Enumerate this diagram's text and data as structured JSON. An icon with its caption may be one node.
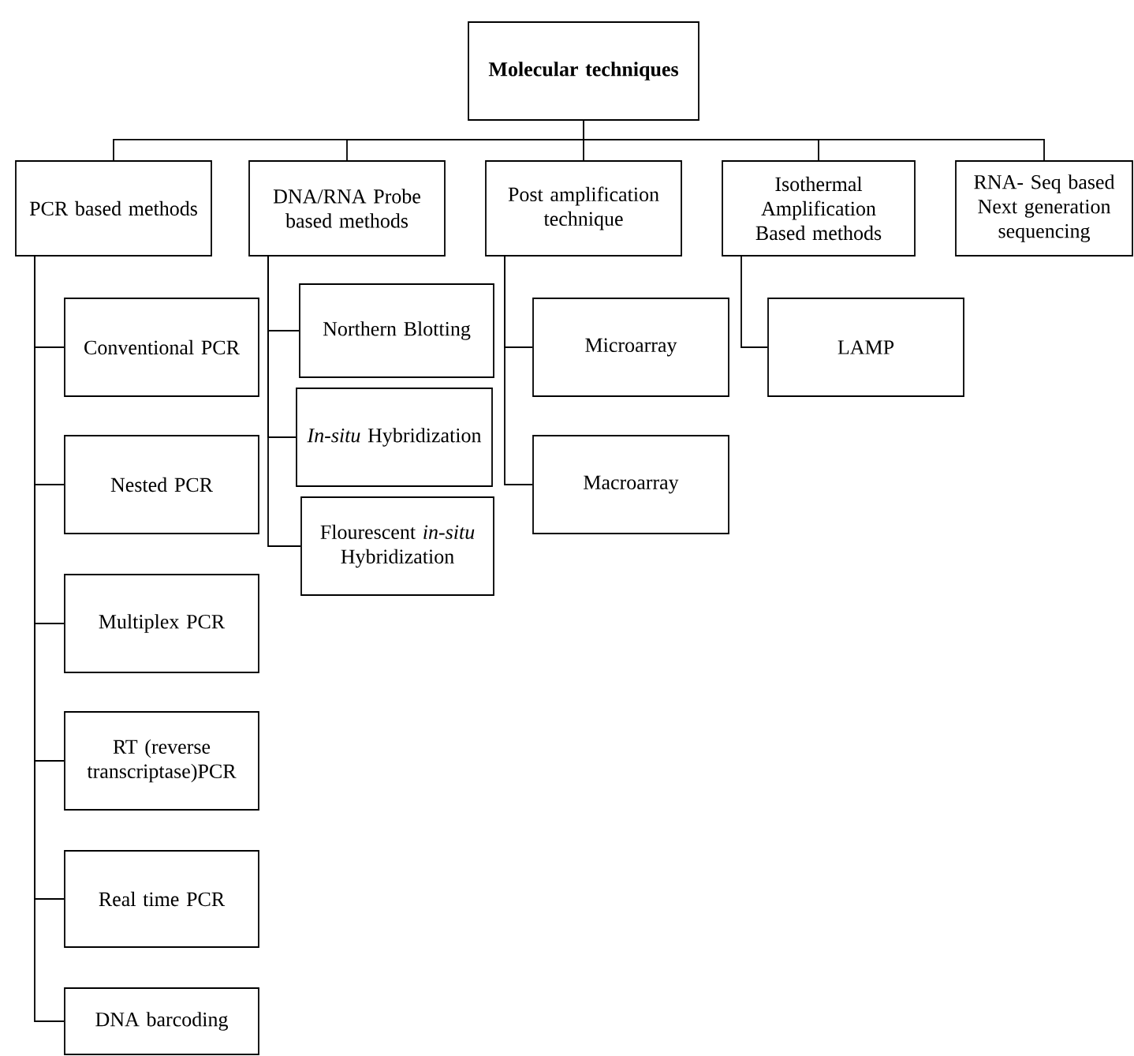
{
  "diagram": {
    "nodes": [
      {
        "text": [
          "Molecular techniques"
        ]
      },
      {
        "text": [
          "PCR based methods"
        ]
      },
      {
        "text": [
          "DNA/RNA Probe based methods"
        ]
      },
      {
        "text": [
          "Post amplification technique"
        ]
      },
      {
        "text": [
          "Isothermal Amplification Based methods"
        ]
      },
      {
        "text": [
          "RNA- Seq based Next generation sequencing"
        ]
      },
      {
        "text": [
          "Conventional PCR"
        ]
      },
      {
        "text": [
          "Nested PCR"
        ]
      },
      {
        "text": [
          "Multiplex PCR"
        ]
      },
      {
        "text": [
          "RT (reverse transcriptase)PCR"
        ]
      },
      {
        "text": [
          "Real time PCR"
        ]
      },
      {
        "text": [
          "DNA barcoding"
        ]
      },
      {
        "text": [
          "Northern Blotting"
        ]
      },
      {
        "text": [
          "*In-situ* Hybridization"
        ]
      },
      {
        "text": [
          "Flourescent *in-situ* Hybridization"
        ]
      },
      {
        "text": [
          "Microarray"
        ]
      },
      {
        "text": [
          "Macroarray"
        ]
      },
      {
        "text": [
          "LAMP"
        ]
      }
    ],
    "edges": [
      {
        "from": 0,
        "to": 1,
        "arrow": "none"
      },
      {
        "from": 0,
        "to": 2,
        "arrow": "none"
      },
      {
        "from": 0,
        "to": 3,
        "arrow": "none"
      },
      {
        "from": 0,
        "to": 4,
        "arrow": "none"
      },
      {
        "from": 0,
        "to": 5,
        "arrow": "none"
      },
      {
        "from": 1,
        "to": 6,
        "arrow": "none"
      },
      {
        "from": 1,
        "to": 7,
        "arrow": "none"
      },
      {
        "from": 1,
        "to": 8,
        "arrow": "none"
      },
      {
        "from": 1,
        "to": 9,
        "arrow": "none"
      },
      {
        "from": 1,
        "to": 10,
        "arrow": "none"
      },
      {
        "from": 1,
        "to": 11,
        "arrow": "none"
      },
      {
        "from": 2,
        "to": 12,
        "arrow": "none"
      },
      {
        "from": 2,
        "to": 13,
        "arrow": "none"
      },
      {
        "from": 2,
        "to": 14,
        "arrow": "none"
      },
      {
        "from": 3,
        "to": 15,
        "arrow": "none"
      },
      {
        "from": 3,
        "to": 16,
        "arrow": "none"
      },
      {
        "from": 4,
        "to": 17,
        "arrow": "none"
      }
    ]
  }
}
